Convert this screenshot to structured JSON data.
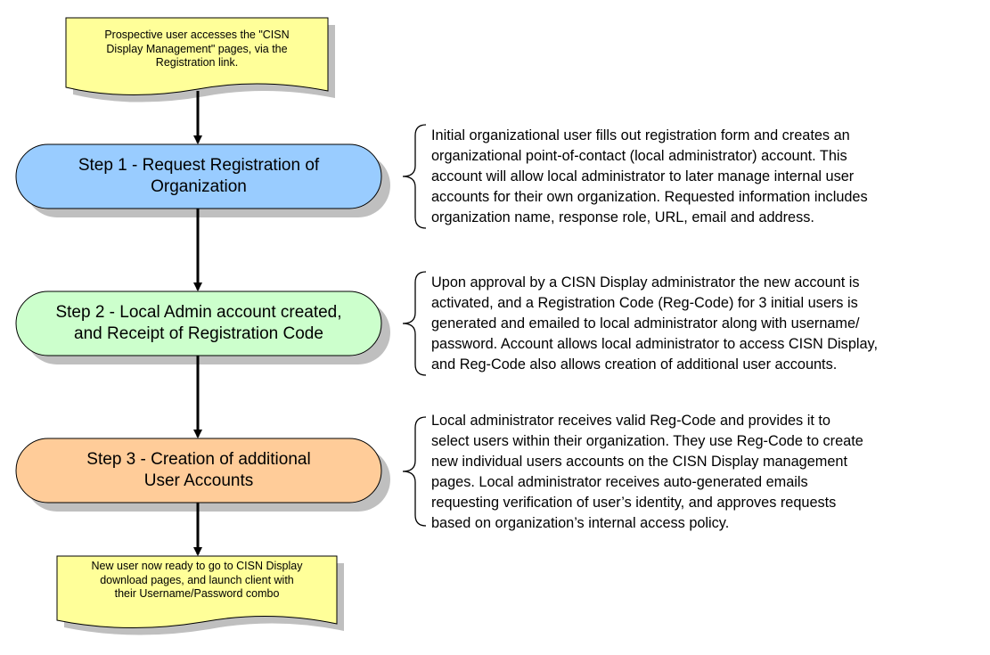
{
  "colors": {
    "note_fill": "#ffff99",
    "step1_fill": "#99ccff",
    "step2_fill": "#ccffcc",
    "step3_fill": "#ffcc99",
    "shadow": "#bfbfbf",
    "stroke": "#000000"
  },
  "start_note": {
    "lines": [
      "Prospective user accesses the \"CISN",
      "Display Management\" pages, via the",
      "Registration link."
    ]
  },
  "steps": [
    {
      "label_lines": [
        "Step 1 - Request Registration of",
        "Organization"
      ],
      "description_lines": [
        "Initial organizational user fills out registration form and creates an",
        "organizational point-of-contact (local administrator) account. This",
        "account will allow local administrator to later manage internal user",
        "accounts for their own organization. Requested information includes",
        "organization name, response role, URL, email and address."
      ]
    },
    {
      "label_lines": [
        "Step 2 - Local Admin account created,",
        "and Receipt of Registration Code"
      ],
      "description_lines": [
        "Upon approval by a CISN Display administrator the new account is",
        "activated, and a Registration Code (Reg-Code) for 3 initial users is",
        "generated and emailed to local administrator along with username/",
        "password. Account allows local administrator to access CISN Display,",
        "and Reg-Code also allows creation of additional user accounts."
      ]
    },
    {
      "label_lines": [
        "Step 3 - Creation of additional",
        "User Accounts"
      ],
      "description_lines": [
        "Local administrator receives valid Reg-Code and provides it to",
        "select users within their organization. They use Reg-Code to create",
        "new individual users accounts on the CISN Display management",
        "pages. Local administrator receives auto-generated emails",
        "requesting verification of user’s identity, and approves requests",
        "based on organization’s internal access policy."
      ]
    }
  ],
  "end_note": {
    "lines": [
      "New user now ready to go to CISN Display",
      "download pages, and launch client with",
      "their Username/Password combo"
    ]
  }
}
